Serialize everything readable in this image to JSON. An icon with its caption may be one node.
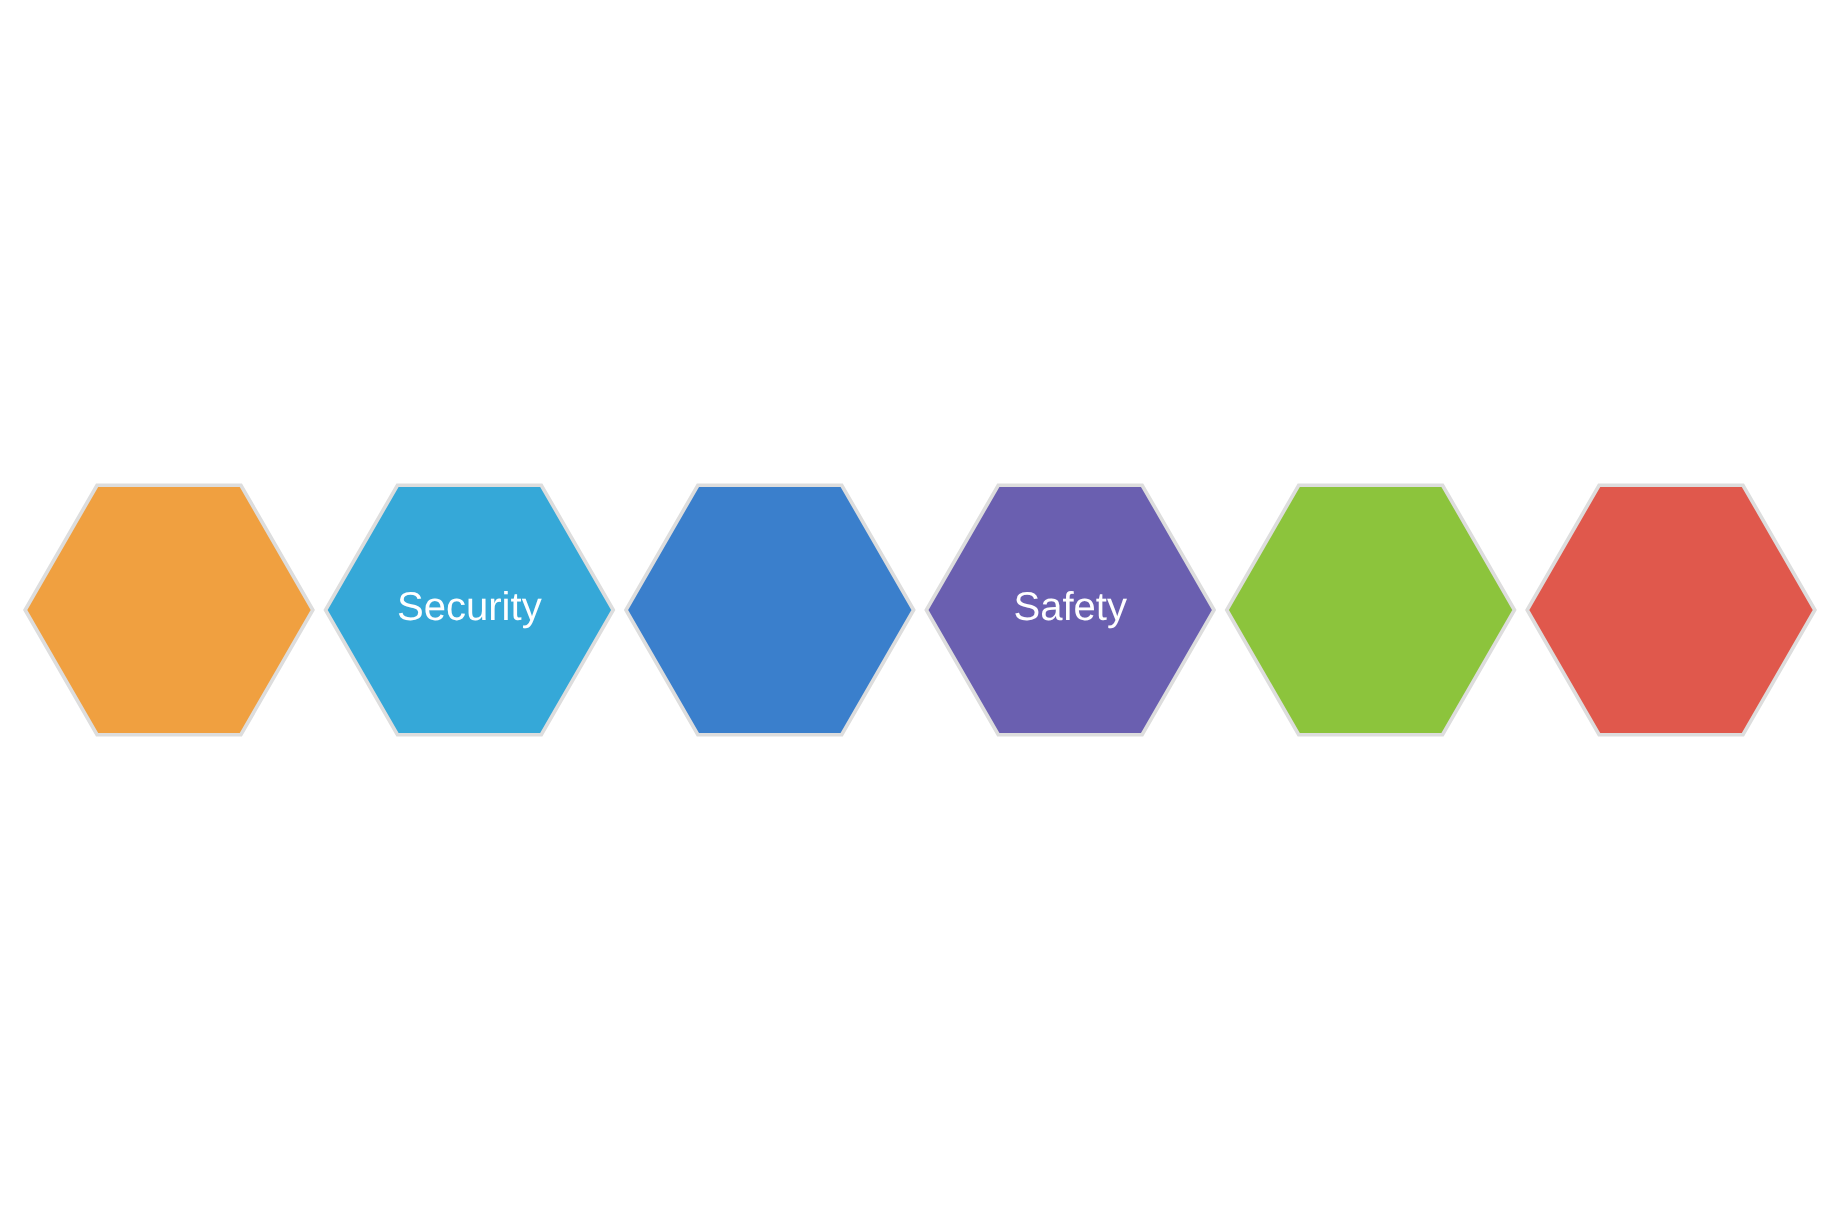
{
  "diagram": {
    "nodes": [
      {
        "text": [],
        "shape": "hexagon"
      },
      {
        "text": [
          "Security"
        ]
      },
      {
        "text": [],
        "shape": "hexagon"
      },
      {
        "text": [
          "Safety"
        ]
      },
      {
        "text": [],
        "shape": "hexagon"
      },
      {
        "text": [],
        "shape": "hexagon"
      }
    ]
  }
}
